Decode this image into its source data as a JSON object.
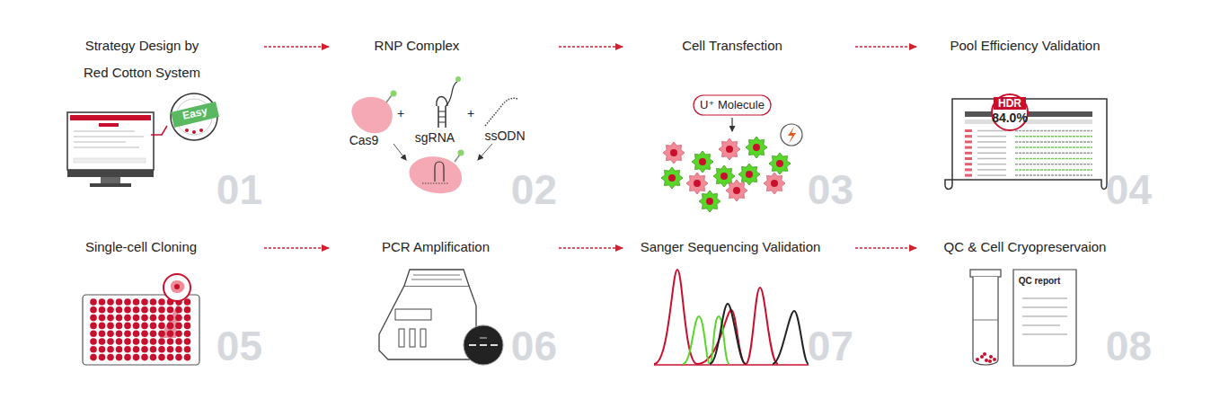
{
  "diagram": {
    "nodes": [
      {
        "text": [
          "Strategy Design by Red Cotton System",
          "01"
        ]
      },
      {
        "text": [
          "RNP Complex",
          "02"
        ]
      },
      {
        "text": [
          "Cell Transfection",
          "03"
        ]
      },
      {
        "text": [
          "Pool Efficiency Validation",
          "04"
        ]
      },
      {
        "text": [
          "Single-cell Cloning",
          "05"
        ]
      },
      {
        "text": [
          "PCR Amplification",
          "06"
        ]
      },
      {
        "text": [
          "Sanger Sequencing Validation",
          "07"
        ]
      },
      {
        "text": [
          "QC & Cell Cryopreservaion",
          "08"
        ]
      }
    ],
    "edges": [
      {
        "from": 0,
        "to": 1,
        "arrow": "to"
      },
      {
        "from": 1,
        "to": 2,
        "arrow": "to"
      },
      {
        "from": 2,
        "to": 3,
        "arrow": "to"
      },
      {
        "from": 4,
        "to": 5,
        "arrow": "to"
      },
      {
        "from": 5,
        "to": 6,
        "arrow": "to"
      },
      {
        "from": 6,
        "to": 7,
        "arrow": "to"
      }
    ],
    "labels": [
      "Easy",
      "Cas9",
      "+",
      "sgRNA",
      "+",
      "ssODN",
      "U⁺ Molecule",
      "HDR",
      "84.0%",
      "QC report"
    ]
  }
}
